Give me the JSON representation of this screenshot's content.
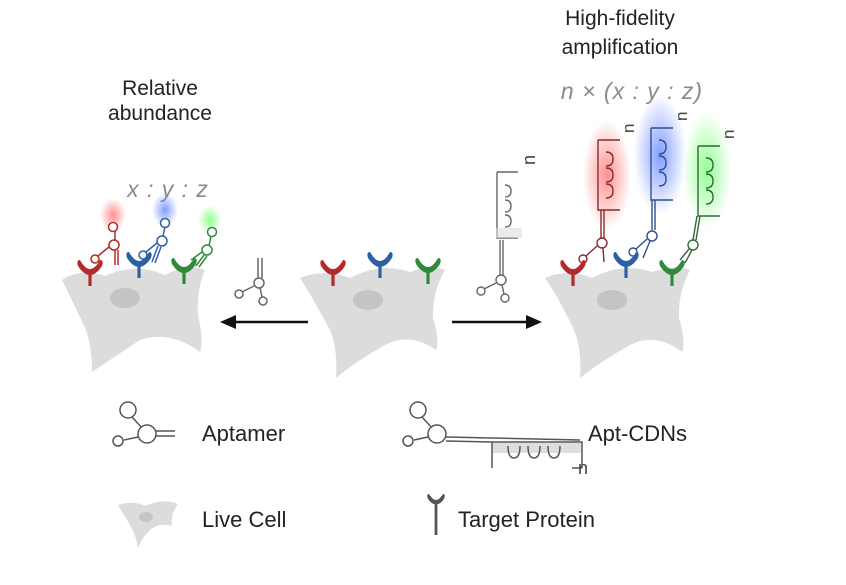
{
  "left_panel": {
    "title": "Relative abundance",
    "ratio": "x : y : z"
  },
  "right_panel": {
    "title_line1": "High-fidelity",
    "title_line2": "amplification",
    "ratio": "n × (x : y : z)"
  },
  "repeat_label": "n",
  "legend": {
    "aptamer": "Aptamer",
    "apt_cdns": "Apt-CDNs",
    "live_cell": "Live Cell",
    "target_protein": "Target Protein"
  },
  "colors": {
    "red": "#b52a2a",
    "blue": "#2d5fa5",
    "green": "#2f8a3a",
    "cell": "#dcdcdc",
    "nucleus": "#c4c4c4",
    "arrow": "#111111"
  },
  "icons": {
    "aptamer": "aptamer-icon",
    "apt_cdns": "apt-cdns-icon",
    "cell": "live-cell-icon",
    "protein": "target-protein-icon"
  }
}
